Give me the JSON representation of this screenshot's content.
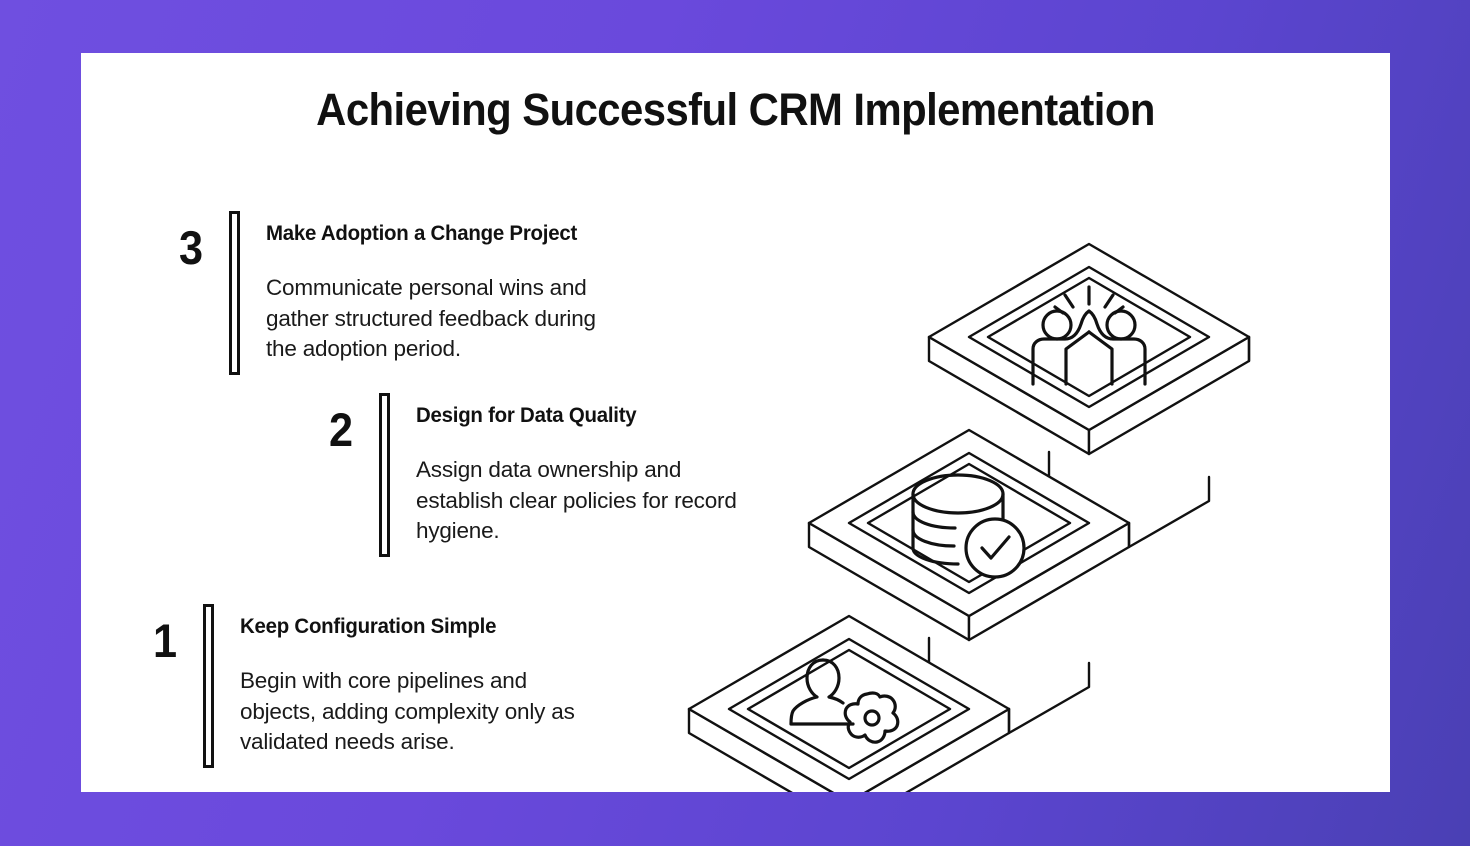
{
  "slide": {
    "title": "Achieving Successful CRM Implementation",
    "background_color": "#6a49dc",
    "card_color": "#ffffff",
    "text_color": "#111111"
  },
  "steps": [
    {
      "number": "1",
      "heading": "Keep Configuration Simple",
      "body": "Begin with core pipelines and\nobjects, adding complexity only as\nvalidated needs arise.",
      "icon": "user-gear-icon"
    },
    {
      "number": "2",
      "heading": "Design for Data Quality",
      "body": "Assign data ownership and\nestablish clear policies for record\nhygiene.",
      "icon": "database-check-icon"
    },
    {
      "number": "3",
      "heading": "Make Adoption a Change Project",
      "body": "Communicate personal wins and\ngather structured feedback during\nthe adoption period.",
      "icon": "people-celebrate-icon"
    }
  ],
  "illustration": {
    "name": "isometric-staircase",
    "description": "Three ascending isometric platform slabs, each framed by a nested diamond outline and carrying a line icon",
    "stroke_color": "#111111",
    "fill_color": "#ffffff",
    "platforms": [
      {
        "level": 1,
        "icon": "user-gear-icon"
      },
      {
        "level": 2,
        "icon": "database-check-icon"
      },
      {
        "level": 3,
        "icon": "people-celebrate-icon"
      }
    ]
  }
}
